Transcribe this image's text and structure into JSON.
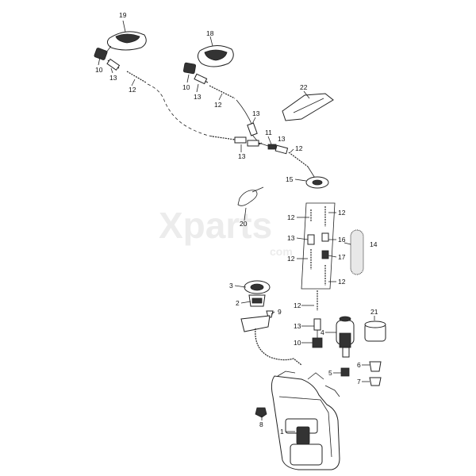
{
  "watermark": {
    "brand": "Xparts",
    "domain": "com"
  },
  "callouts": [
    {
      "id": "c19",
      "text": "19"
    },
    {
      "id": "c10a",
      "text": "10"
    },
    {
      "id": "c13a",
      "text": "13"
    },
    {
      "id": "c12a",
      "text": "12"
    },
    {
      "id": "c18",
      "text": "18"
    },
    {
      "id": "c10b",
      "text": "10"
    },
    {
      "id": "c13b",
      "text": "13"
    },
    {
      "id": "c12b",
      "text": "12"
    },
    {
      "id": "c22",
      "text": "22"
    },
    {
      "id": "c13c",
      "text": "13"
    },
    {
      "id": "c11",
      "text": "11"
    },
    {
      "id": "c13d",
      "text": "13"
    },
    {
      "id": "c13e",
      "text": "13"
    },
    {
      "id": "c12c",
      "text": "12"
    },
    {
      "id": "c15",
      "text": "15"
    },
    {
      "id": "c20",
      "text": "20"
    },
    {
      "id": "c12d",
      "text": "12"
    },
    {
      "id": "c12e",
      "text": "12"
    },
    {
      "id": "c13f",
      "text": "13"
    },
    {
      "id": "c16",
      "text": "16"
    },
    {
      "id": "c14",
      "text": "14"
    },
    {
      "id": "c12f",
      "text": "12"
    },
    {
      "id": "c17",
      "text": "17"
    },
    {
      "id": "c12g",
      "text": "12"
    },
    {
      "id": "c3",
      "text": "3"
    },
    {
      "id": "c2",
      "text": "2"
    },
    {
      "id": "c9",
      "text": "9"
    },
    {
      "id": "c12h",
      "text": "12"
    },
    {
      "id": "c21",
      "text": "21"
    },
    {
      "id": "c13g",
      "text": "13"
    },
    {
      "id": "c4",
      "text": "4"
    },
    {
      "id": "c10c",
      "text": "10"
    },
    {
      "id": "c6",
      "text": "6"
    },
    {
      "id": "c5",
      "text": "5"
    },
    {
      "id": "c7",
      "text": "7"
    },
    {
      "id": "c8",
      "text": "8"
    },
    {
      "id": "c1",
      "text": "1"
    }
  ]
}
